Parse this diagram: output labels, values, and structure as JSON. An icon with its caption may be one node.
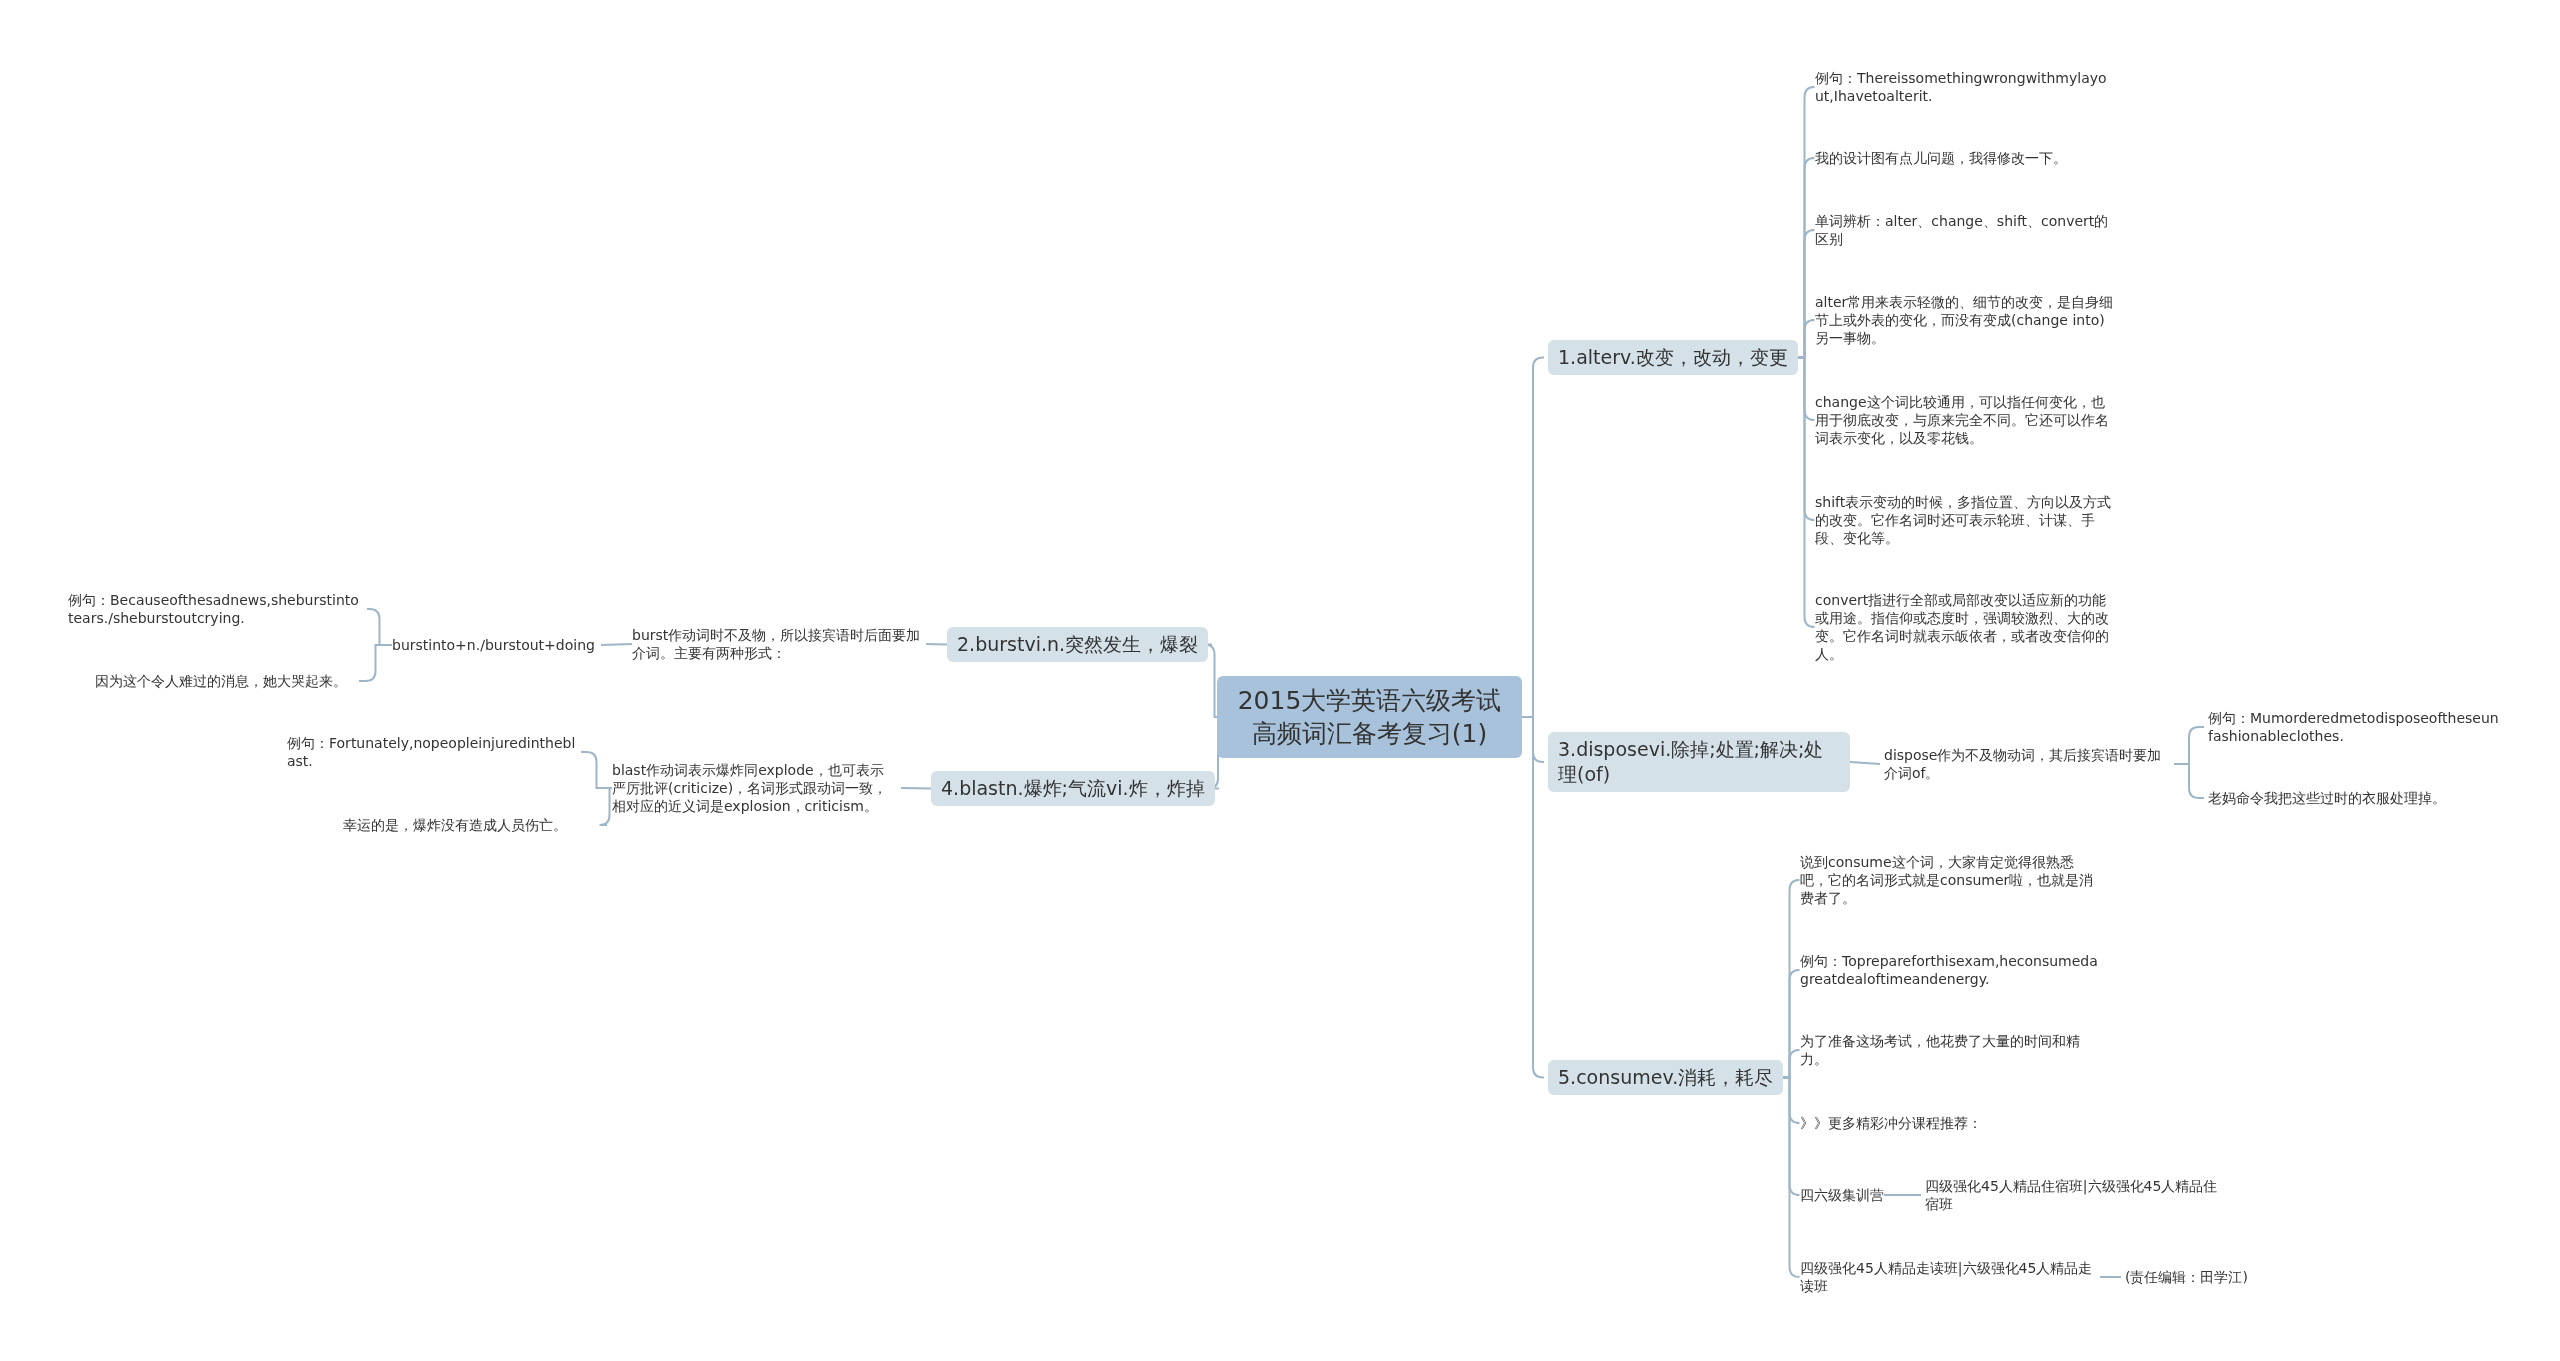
{
  "diagram": {
    "nodes": [
      {
        "text": [
          "2015大学英语六级考试高频词汇备考复习(1)"
        ]
      },
      {
        "text": [
          "1.alterv.改变，改动，变更"
        ]
      },
      {
        "text": [
          "例句：Thereissomethingwrongwithmylayout,Ihavetoalterit."
        ]
      },
      {
        "text": [
          "我的设计图有点儿问题，我得修改一下。"
        ]
      },
      {
        "text": [
          "单词辨析：alter、change、shift、convert的区别"
        ]
      },
      {
        "text": [
          "alter常用来表示轻微的、细节的改变，是自身细节上或外表的变化，而没有变成(change into)另一事物。"
        ]
      },
      {
        "text": [
          "change这个词比较通用，可以指任何变化，也用于彻底改变，与原来完全不同。它还可以作名词表示变化，以及零花钱。"
        ]
      },
      {
        "text": [
          "shift表示变动的时候，多指位置、方向以及方式的改变。它作名词时还可表示轮班、计谋、手段、变化等。"
        ]
      },
      {
        "text": [
          "convert指进行全部或局部改变以适应新的功能或用途。指信仰或态度时，强调较激烈、大的改变。它作名词时就表示皈依者，或者改变信仰的人。"
        ]
      },
      {
        "text": [
          "2.burstvi.n.突然发生，爆裂"
        ]
      },
      {
        "text": [
          "burst作动词时不及物，所以接宾语时后面要加介词。主要有两种形式："
        ]
      },
      {
        "text": [
          "burstinto+n./burstout+doing"
        ]
      },
      {
        "text": [
          "例句：Becauseofthesadnews,sheburstintotears./sheburstoutcrying."
        ]
      },
      {
        "text": [
          "因为这个令人难过的消息，她大哭起来。"
        ]
      },
      {
        "text": [
          "3.disposevi.除掉;处置;解决;处理(of)"
        ]
      },
      {
        "text": [
          "dispose作为不及物动词，其后接宾语时要加介词of。"
        ]
      },
      {
        "text": [
          "例句：Mumorderedmetodisposeoftheseunfashionableclothes."
        ]
      },
      {
        "text": [
          "老妈命令我把这些过时的衣服处理掉。"
        ]
      },
      {
        "text": [
          "4.blastn.爆炸;气流vi.炸，炸掉"
        ]
      },
      {
        "text": [
          "blast作动词表示爆炸同explode，也可表示严厉批评(criticize)，名词形式跟动词一致，相对应的近义词是explosion，criticism。"
        ]
      },
      {
        "text": [
          "例句：Fortunately,nopeopleinjuredintheblast."
        ]
      },
      {
        "text": [
          "幸运的是，爆炸没有造成人员伤亡。"
        ]
      },
      {
        "text": [
          "5.consumev.消耗，耗尽"
        ]
      },
      {
        "text": [
          "说到consume这个词，大家肯定觉得很熟悉吧，它的名词形式就是consumer啦，也就是消费者了。"
        ]
      },
      {
        "text": [
          "例句：Toprepareforthisexam,heconsumedagreatdealoftimeandenergy."
        ]
      },
      {
        "text": [
          "为了准备这场考试，他花费了大量的时间和精力。"
        ]
      },
      {
        "text": [
          "》》更多精彩冲分课程推荐："
        ]
      },
      {
        "text": [
          "四六级集训营"
        ]
      },
      {
        "text": [
          "四级强化45人精品走读班|六级强化45人精品走读班"
        ]
      },
      {
        "text": [
          "四级强化45人精品住宿班|六级强化45人精品住宿班"
        ]
      },
      {
        "text": [
          "(责任编辑：田学江)"
        ]
      }
    ],
    "edges": [
      {
        "from": 0,
        "to": 1,
        "arrow": "none"
      },
      {
        "from": 1,
        "to": 2,
        "arrow": "none"
      },
      {
        "from": 1,
        "to": 3,
        "arrow": "none"
      },
      {
        "from": 1,
        "to": 4,
        "arrow": "none"
      },
      {
        "from": 1,
        "to": 5,
        "arrow": "none"
      },
      {
        "from": 1,
        "to": 6,
        "arrow": "none"
      },
      {
        "from": 1,
        "to": 7,
        "arrow": "none"
      },
      {
        "from": 1,
        "to": 8,
        "arrow": "none"
      },
      {
        "from": 0,
        "to": 9,
        "arrow": "none"
      },
      {
        "from": 9,
        "to": 10,
        "arrow": "none"
      },
      {
        "from": 10,
        "to": 11,
        "arrow": "none"
      },
      {
        "from": 11,
        "to": 12,
        "arrow": "none"
      },
      {
        "from": 11,
        "to": 13,
        "arrow": "none"
      },
      {
        "from": 0,
        "to": 14,
        "arrow": "none"
      },
      {
        "from": 14,
        "to": 15,
        "arrow": "none"
      },
      {
        "from": 15,
        "to": 16,
        "arrow": "none"
      },
      {
        "from": 15,
        "to": 17,
        "arrow": "none"
      },
      {
        "from": 0,
        "to": 18,
        "arrow": "none"
      },
      {
        "from": 18,
        "to": 19,
        "arrow": "none"
      },
      {
        "from": 19,
        "to": 20,
        "arrow": "none"
      },
      {
        "from": 19,
        "to": 21,
        "arrow": "none"
      },
      {
        "from": 0,
        "to": 22,
        "arrow": "none"
      },
      {
        "from": 22,
        "to": 23,
        "arrow": "none"
      },
      {
        "from": 22,
        "to": 24,
        "arrow": "none"
      },
      {
        "from": 22,
        "to": 25,
        "arrow": "none"
      },
      {
        "from": 22,
        "to": 26,
        "arrow": "none"
      },
      {
        "from": 22,
        "to": 27,
        "arrow": "none"
      },
      {
        "from": 22,
        "to": 28,
        "arrow": "none"
      },
      {
        "from": 27,
        "to": 29,
        "arrow": "none"
      },
      {
        "from": 28,
        "to": 30,
        "arrow": "none"
      }
    ]
  }
}
